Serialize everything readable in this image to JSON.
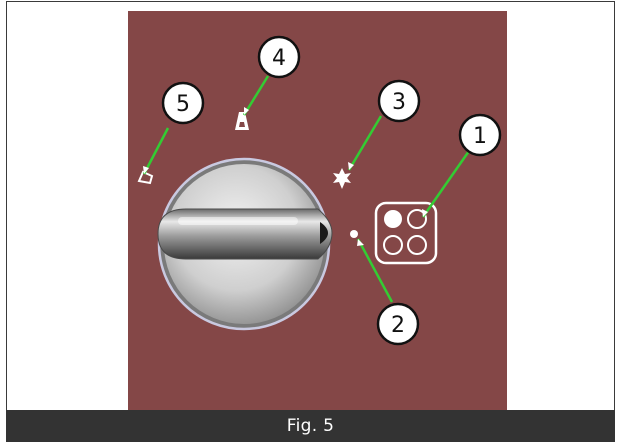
{
  "figure": {
    "caption": "Fig. 5",
    "panel_color": "#844747",
    "leader_color": "#33cc33",
    "callouts": [
      {
        "number": "1",
        "target": "cooking-zone-indicator"
      },
      {
        "number": "2",
        "target": "off-position-dot"
      },
      {
        "number": "3",
        "target": "maximum-heat-symbol"
      },
      {
        "number": "4",
        "target": "medium-heat-symbol"
      },
      {
        "number": "5",
        "target": "low-heat-symbol"
      }
    ],
    "symbols": {
      "zone_indicator": "cooking-zone-indicator-icon",
      "off_mark": "dot-icon",
      "max_heat": "starburst-icon",
      "medium_heat": "flame-medium-icon",
      "low_heat": "flame-low-icon"
    }
  }
}
